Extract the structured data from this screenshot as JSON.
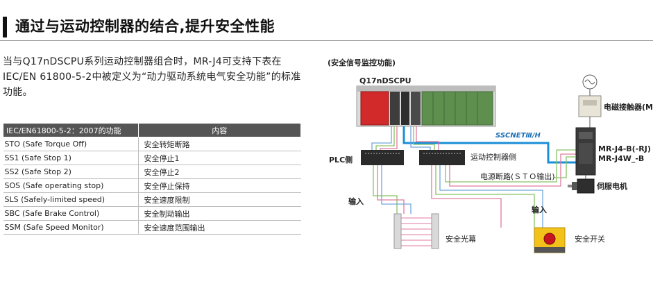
{
  "header": {
    "title": "通过与运动控制器的结合,提升安全性能"
  },
  "intro": {
    "text": "当与Q17nDSCPU系列运动控制器组合时，MR-J4可支持下表在IEC/EN 61800-5-2中被定义为“动力驱动系统电气安全功能”的标准功能。"
  },
  "table": {
    "headers": [
      "IEC/EN61800-5-2：2007的功能",
      "内容"
    ],
    "rows": [
      [
        "STO (Safe Torque Off)",
        "安全转矩断路"
      ],
      [
        "SS1 (Safe Stop 1)",
        "安全停止1"
      ],
      [
        "SS2 (Safe Stop 2)",
        "安全停止2"
      ],
      [
        "SOS (Safe operating stop)",
        "安全停止保持"
      ],
      [
        "SLS (Safely-limited speed)",
        "安全速度限制"
      ],
      [
        "SBC (Safe Brake Control)",
        "安全制动输出"
      ],
      [
        "SSM (Safe Speed Monitor)",
        "安全速度范围输出"
      ]
    ]
  },
  "diagram": {
    "caption": "(安全信号监控功能)",
    "cpu_label": "Q17nDSCPU",
    "plc_side": "PLC侧",
    "motion_side": "运动控制器侧",
    "sscnet": "SSCNETⅢ/H",
    "contactor": "电磁接触器(MC)",
    "amp_label_1": "MR-J4-B(-RJ)",
    "amp_label_2": "MR-J4W_-B",
    "power_cut": "电源断路(ＳＴＯ输出)",
    "servo_motor": "伺服电机",
    "input_1": "输入",
    "input_2": "输入",
    "light_curtain": "安全光幕",
    "safety_switch": "安全开关"
  },
  "colors": {
    "header_accent": "#111111",
    "table_header": "#555555",
    "sscnet_line": "#1a8fd8",
    "wire_green": "#86c463",
    "wire_pink": "#e07aa0",
    "wire_blue": "#6fa8dc",
    "cpu_red": "#d22a2a",
    "plc_green": "#5e8f4e",
    "switch_yellow": "#f2c21a"
  }
}
